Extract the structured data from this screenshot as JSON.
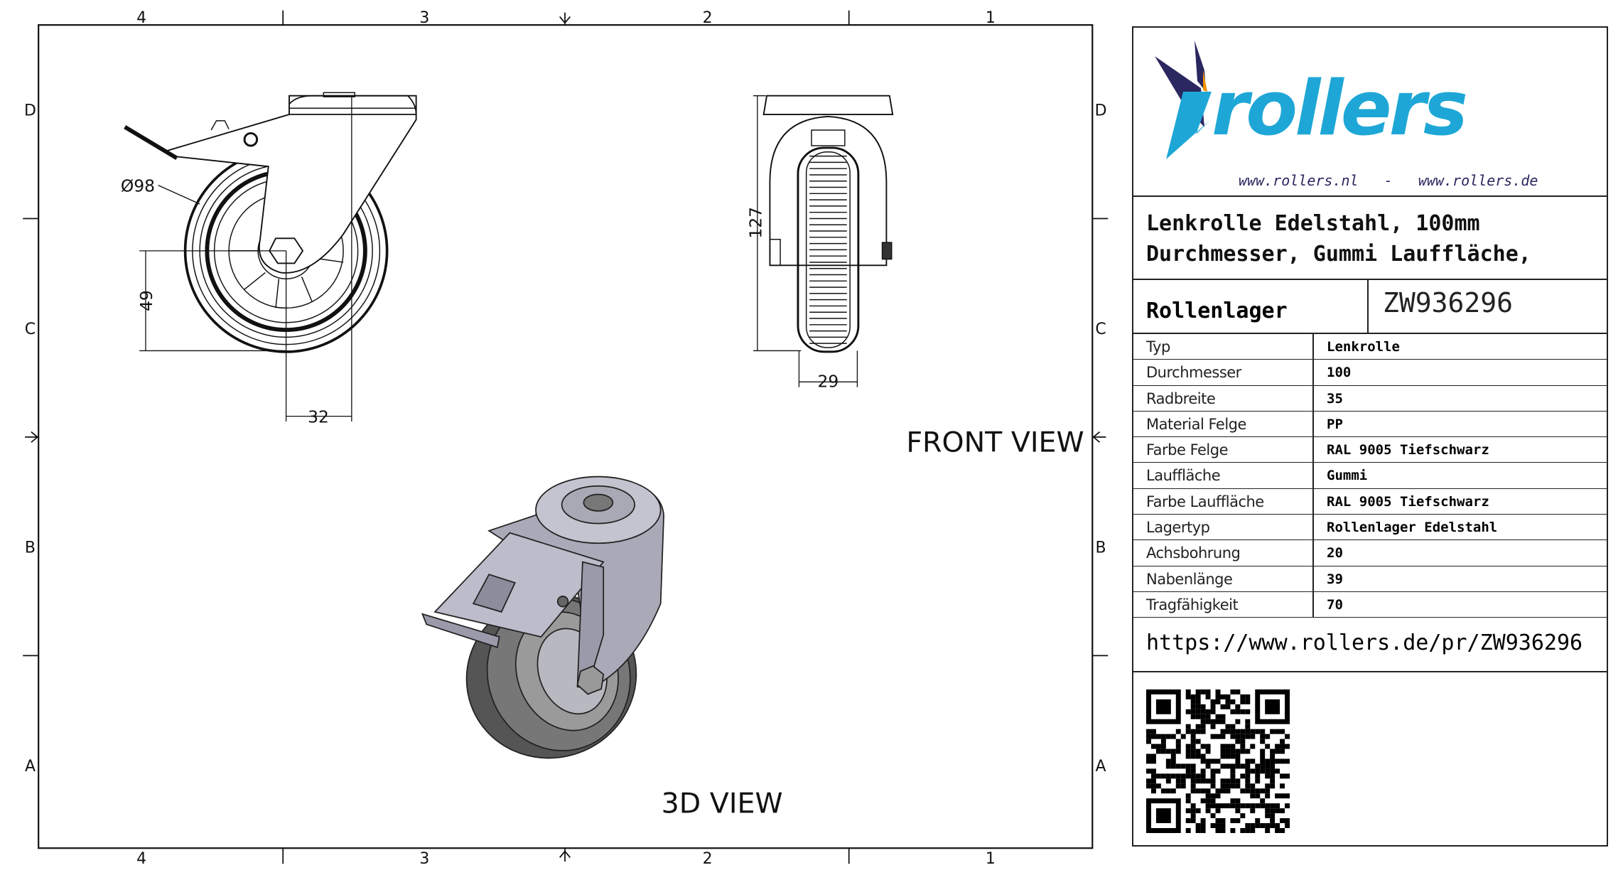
{
  "frame": {
    "col_labels": [
      "4",
      "3",
      "2",
      "1"
    ],
    "row_labels": [
      "D",
      "C",
      "B",
      "A"
    ]
  },
  "views": {
    "front": "FRONT VIEW",
    "iso": "3D VIEW"
  },
  "dimensions": {
    "diameter": "Ø98",
    "axle_height": "49",
    "offset": "32",
    "height": "127",
    "width": "29"
  },
  "logo": {
    "brand": "rollers",
    "urls": "www.rollers.nl   -   www.rollers.de",
    "colors": {
      "blue": "#1ea7d6",
      "navy": "#2b2760",
      "orange": "#f39200"
    }
  },
  "product": {
    "title_line1": "Lenkrolle Edelstahl, 100mm",
    "title_line2": "Durchmesser, Gummi Lauffläche,",
    "title_line3": "Rollenlager",
    "article": "ZW936296"
  },
  "specs": [
    {
      "k": "Typ",
      "v": "Lenkrolle"
    },
    {
      "k": "Durchmesser",
      "v": "100"
    },
    {
      "k": "Radbreite",
      "v": "35"
    },
    {
      "k": "Material Felge",
      "v": "PP"
    },
    {
      "k": "Farbe Felge",
      "v": "RAL 9005 Tiefschwarz"
    },
    {
      "k": "Lauffläche",
      "v": "Gummi"
    },
    {
      "k": "Farbe Lauffläche",
      "v": "RAL 9005 Tiefschwarz"
    },
    {
      "k": "Lagertyp",
      "v": "Rollenlager Edelstahl"
    },
    {
      "k": "Achsbohrung",
      "v": "20"
    },
    {
      "k": "Nabenlänge",
      "v": "39"
    },
    {
      "k": "Tragfähigkeit",
      "v": "70"
    }
  ],
  "url": "https://www.rollers.de/pr/ZW936296"
}
